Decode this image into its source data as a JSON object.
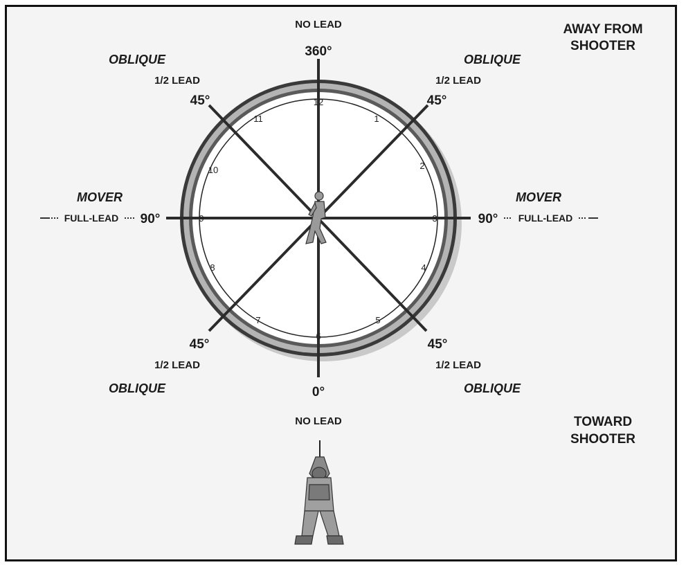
{
  "corners": {
    "top_right_line1": "AWAY FROM",
    "top_right_line2": "SHOOTER",
    "bottom_right_line1": "TOWARD",
    "bottom_right_line2": "SHOOTER"
  },
  "top": {
    "lead": "NO LEAD",
    "angle": "360°"
  },
  "bottom": {
    "angle": "0°",
    "lead": "NO LEAD"
  },
  "upper_left": {
    "zone": "OBLIQUE",
    "lead": "1/2 LEAD",
    "angle": "45°"
  },
  "upper_right": {
    "zone": "OBLIQUE",
    "lead": "1/2 LEAD",
    "angle": "45°"
  },
  "lower_left": {
    "angle": "45°",
    "lead": "1/2 LEAD",
    "zone": "OBLIQUE"
  },
  "lower_right": {
    "angle": "45°",
    "lead": "1/2 LEAD",
    "zone": "OBLIQUE"
  },
  "left": {
    "zone": "MOVER",
    "lead": "FULL-LEAD",
    "angle": "90°"
  },
  "right": {
    "zone": "MOVER",
    "lead": "FULL-LEAD",
    "angle": "90°"
  },
  "clock": {
    "h12": "12",
    "h1": "1",
    "h2": "2",
    "h3": "3",
    "h4": "4",
    "h5": "5",
    "h6": "6",
    "h7": "7",
    "h8": "8",
    "h9": "9",
    "h10": "10",
    "h11": "11"
  },
  "colors": {
    "outer_ring": "#3a3a3a",
    "middle_ring": "#b4b4b4",
    "background": "#f4f4f4",
    "lines": "#2b2b2b"
  }
}
